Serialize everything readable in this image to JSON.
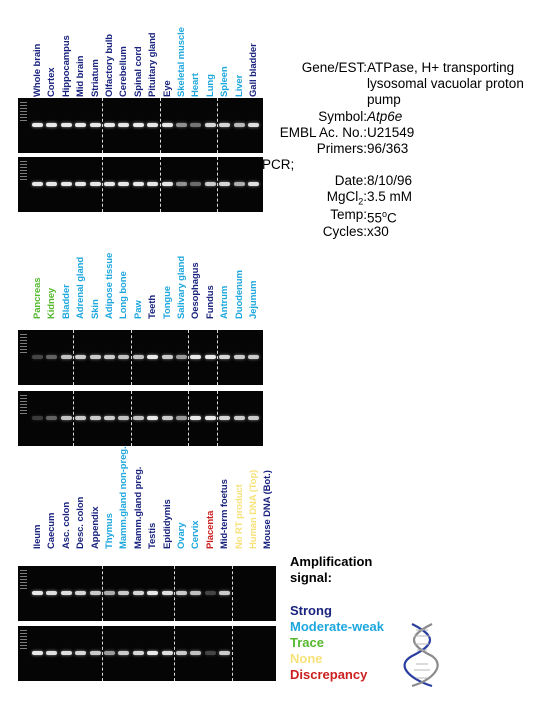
{
  "colors": {
    "strong": "#1a237e",
    "moderate": "#1ea7de",
    "trace": "#55b82e",
    "none": "#f7e27a",
    "discrepancy": "#cc1f1f"
  },
  "panels": [
    {
      "lanes": [
        {
          "label": "Whole brain",
          "level": "strong"
        },
        {
          "label": "Cortex",
          "level": "strong"
        },
        {
          "label": "Hippocampus",
          "level": "strong"
        },
        {
          "label": "Mid brain",
          "level": "strong"
        },
        {
          "label": "Striatum",
          "level": "strong"
        },
        {
          "label": "Olfactory bulb",
          "level": "strong"
        },
        {
          "label": "Cerebellum",
          "level": "strong"
        },
        {
          "label": "Spinal cord",
          "level": "strong"
        },
        {
          "label": "Pituitary gland",
          "level": "strong"
        },
        {
          "label": "Eye",
          "level": "strong"
        },
        {
          "label": "Skeletal muscle",
          "level": "moderate"
        },
        {
          "label": "Heart",
          "level": "moderate"
        },
        {
          "label": "Lung",
          "level": "moderate"
        },
        {
          "label": "Spleen",
          "level": "moderate"
        },
        {
          "label": "Liver",
          "level": "moderate"
        },
        {
          "label": "Gall bladder",
          "level": "strong"
        }
      ],
      "gel1_bands": [
        1,
        1,
        1,
        1,
        1,
        1,
        1,
        1,
        1,
        1,
        0.55,
        0.4,
        0.9,
        0.9,
        0.75,
        0.95
      ],
      "gel2_bands": [
        1,
        1,
        1,
        1,
        1,
        1,
        1,
        1,
        1,
        1,
        0.55,
        0.35,
        0.85,
        0.9,
        0.7,
        0.95
      ]
    },
    {
      "lanes": [
        {
          "label": "Pancreas",
          "level": "trace"
        },
        {
          "label": "Kidney",
          "level": "trace"
        },
        {
          "label": "Bladder",
          "level": "moderate"
        },
        {
          "label": "Adrenal gland",
          "level": "moderate"
        },
        {
          "label": "Skin",
          "level": "moderate"
        },
        {
          "label": "Adipose tissue",
          "level": "moderate"
        },
        {
          "label": "Long bone",
          "level": "moderate"
        },
        {
          "label": "Paw",
          "level": "moderate"
        },
        {
          "label": "Teeth",
          "level": "strong"
        },
        {
          "label": "Tongue",
          "level": "moderate"
        },
        {
          "label": "Salivary gland",
          "level": "moderate"
        },
        {
          "label": "Oesophagus",
          "level": "strong"
        },
        {
          "label": "Fundus",
          "level": "strong"
        },
        {
          "label": "Antrum",
          "level": "moderate"
        },
        {
          "label": "Duodenum",
          "level": "moderate"
        },
        {
          "label": "Jejunum",
          "level": "moderate"
        }
      ],
      "gel1_bands": [
        0.15,
        0.3,
        0.8,
        0.85,
        0.85,
        0.85,
        0.8,
        0.8,
        1,
        0.85,
        0.6,
        1,
        1,
        0.9,
        0.85,
        0.85
      ],
      "gel2_bands": [
        0.1,
        0.3,
        0.8,
        0.85,
        0.85,
        0.85,
        0.8,
        0.8,
        1,
        0.85,
        0.6,
        1,
        1,
        0.9,
        0.85,
        0.85
      ]
    },
    {
      "lanes": [
        {
          "label": "Ileum",
          "level": "strong"
        },
        {
          "label": "Caecum",
          "level": "strong"
        },
        {
          "label": "Asc. colon",
          "level": "strong"
        },
        {
          "label": "Desc. colon",
          "level": "strong"
        },
        {
          "label": "Appendix",
          "level": "strong"
        },
        {
          "label": "Thymus",
          "level": "moderate"
        },
        {
          "label": "Mamm.gland non-preg.",
          "level": "moderate"
        },
        {
          "label": "Mamm.gland preg.",
          "level": "strong"
        },
        {
          "label": "Testis",
          "level": "strong"
        },
        {
          "label": "Epididymis",
          "level": "strong"
        },
        {
          "label": "Ovary",
          "level": "moderate"
        },
        {
          "label": "Cervix",
          "level": "moderate"
        },
        {
          "label": "Placenta",
          "level": "discrepancy"
        },
        {
          "label": "Mid-term foetus",
          "level": "strong"
        },
        {
          "label": "No RT product",
          "level": "none"
        },
        {
          "label": "Human DNA (Top)",
          "level": "none"
        },
        {
          "label": "Mouse DNA (Bot.)",
          "level": "strong"
        }
      ],
      "gel1_bands": [
        1,
        0.95,
        0.95,
        0.9,
        0.85,
        0.7,
        0.85,
        0.9,
        1,
        0.95,
        0.85,
        0.8,
        0.15,
        0.85,
        0,
        0,
        0
      ],
      "gel2_bands": [
        1,
        0.95,
        0.95,
        0.9,
        0.85,
        0.6,
        0.85,
        0.9,
        1,
        0.95,
        0.85,
        0.8,
        0.15,
        0.85,
        0,
        0,
        0
      ]
    }
  ],
  "info": {
    "gene_label": "Gene/EST:",
    "gene_lines": [
      "ATPase, H+ transporting",
      "lysosomal vacuolar proton",
      "pump"
    ],
    "symbol_label": "Symbol:",
    "symbol": "Atp6e",
    "embl_label": "EMBL Ac. No.:",
    "embl": "U21549",
    "primers_label": "Primers:",
    "primers": "96/363",
    "pcr_label": "PCR;",
    "date_label": "Date:",
    "date": "8/10/96",
    "mgcl_label_main": "MgCl",
    "mgcl_label_sub": "2",
    "mgcl_label_end": ":",
    "mgcl": "3.5 mM",
    "temp_label": "Temp:",
    "temp_main": "55",
    "temp_sup": "o",
    "temp_end": "C",
    "cycles_label": "Cycles:",
    "cycles": "x30"
  },
  "legend": {
    "title_line1": "Amplification",
    "title_line2": "signal:",
    "strong": "Strong",
    "moderate": "Moderate-weak",
    "trace": "Trace",
    "none": "None",
    "discrepancy": "Discrepancy"
  }
}
